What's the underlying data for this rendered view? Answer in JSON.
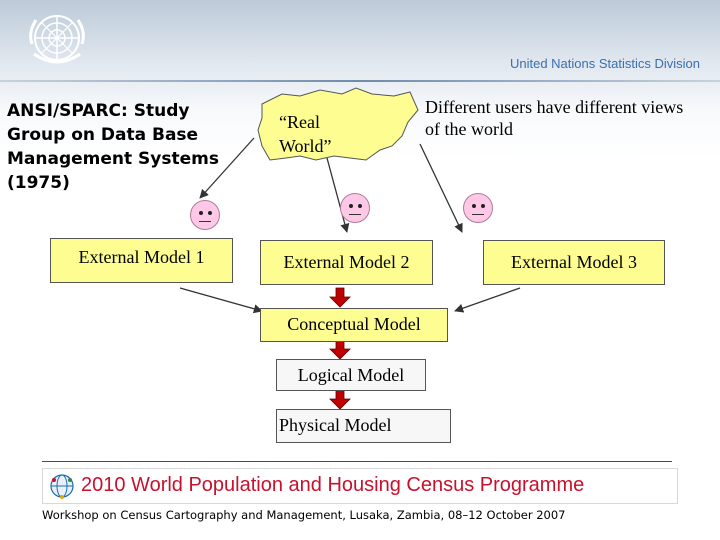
{
  "header": {
    "org_name": "United Nations Statistics Division",
    "logo_icon": "un-emblem-icon"
  },
  "diagram": {
    "study_group": "ANSI/SPARC: Study Group on Data Base Management Systems (1975)",
    "real_world": "“Real World”",
    "note": "Different users have different views of the world",
    "external_models": [
      "External Model 1",
      "External Model 2",
      "External Model 3"
    ],
    "conceptual": "Conceptual Model",
    "logical": "Logical Model",
    "physical": "Physical Model",
    "colors": {
      "box": "#fdfd92",
      "face": "#ffc8e6",
      "blob": "#fdfd92",
      "down_arrow": "#c00000",
      "rule": "#c8112d"
    }
  },
  "footer": {
    "banner": "2010 World Population and Housing Census Programme",
    "banner_icon": "census-globe-icon",
    "workshop": "Workshop on Census Cartography and Management, Lusaka, Zambia, 08–12 October 2007"
  }
}
